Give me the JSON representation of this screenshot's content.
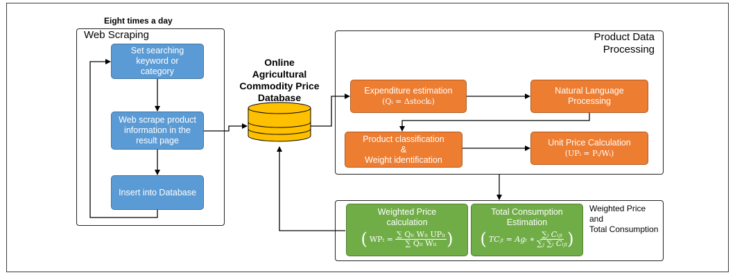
{
  "caption_top": "Eight times a day",
  "web_scraping": {
    "title": "Web Scraping",
    "step1": "Set searching keyword or category",
    "step2": "Web scrape product information in the result page",
    "step3": "Insert into Database"
  },
  "database": {
    "label_lines": [
      "Online",
      "Agricultural",
      "Commodity Price",
      "Database"
    ]
  },
  "processing": {
    "title_lines": [
      "Product Data",
      "Processing"
    ],
    "expenditure": {
      "label": "Expenditure estimation",
      "formula": "(Qᵢ = Δstockᵢ)"
    },
    "nlp": {
      "label_lines": [
        "Natural Language",
        "Processing"
      ]
    },
    "classification": {
      "label_lines": [
        "Product classification",
        "&",
        "Weight identification"
      ]
    },
    "unit_price": {
      "label": "Unit Price Calculation",
      "formula": "(UPᵢ = Pᵢ/Wᵢ)"
    }
  },
  "weighted": {
    "side_label_lines": [
      "Weighted Price",
      "and",
      "Total Consumption"
    ],
    "price": {
      "label_lines": [
        "Weighted Price",
        "calculation"
      ],
      "lhs": "WPₜ =",
      "numerator": "∑ Qᵢₜ Wᵢₜ UPᵢₜ",
      "denominator": "∑ Qᵢₜ Wᵢₜ"
    },
    "consumption": {
      "label_lines": [
        "Total Consumption",
        "Estimation"
      ],
      "lhs": "TCⱼₜ = Agₜ ∗",
      "numerator": "∑ᵢ Cᵢⱼₜ",
      "denominator": "∑ⱼ ∑ᵢ Cᵢⱼₜ"
    }
  },
  "colors": {
    "blue": "#5b9bd5",
    "orange": "#ed7d31",
    "green": "#70ad47",
    "database": "#ffc000"
  }
}
